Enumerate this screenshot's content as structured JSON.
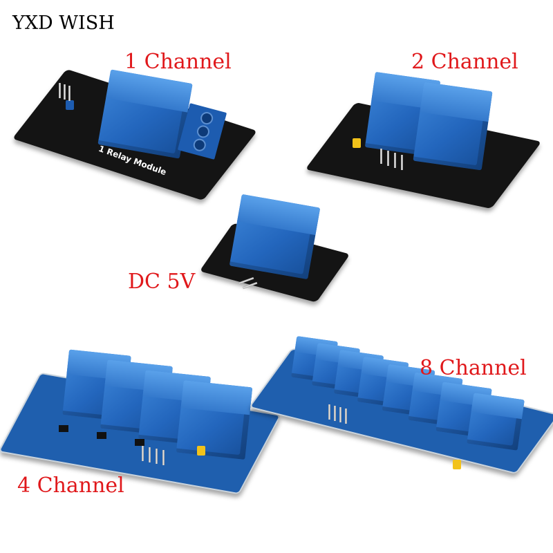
{
  "brand": "YXD WISH",
  "labels": {
    "one_channel": "1 Channel",
    "two_channel": "2 Channel",
    "dc_voltage": "DC 5V",
    "four_channel": "4 Channel",
    "eight_channel": "8 Channel"
  },
  "board_silkscreen": {
    "one_channel": "1 Relay Module"
  },
  "colors": {
    "label": "#e0181b",
    "relay_blue": "#2366bd",
    "board_black": "#141414",
    "board_blue": "#1f5fae"
  }
}
